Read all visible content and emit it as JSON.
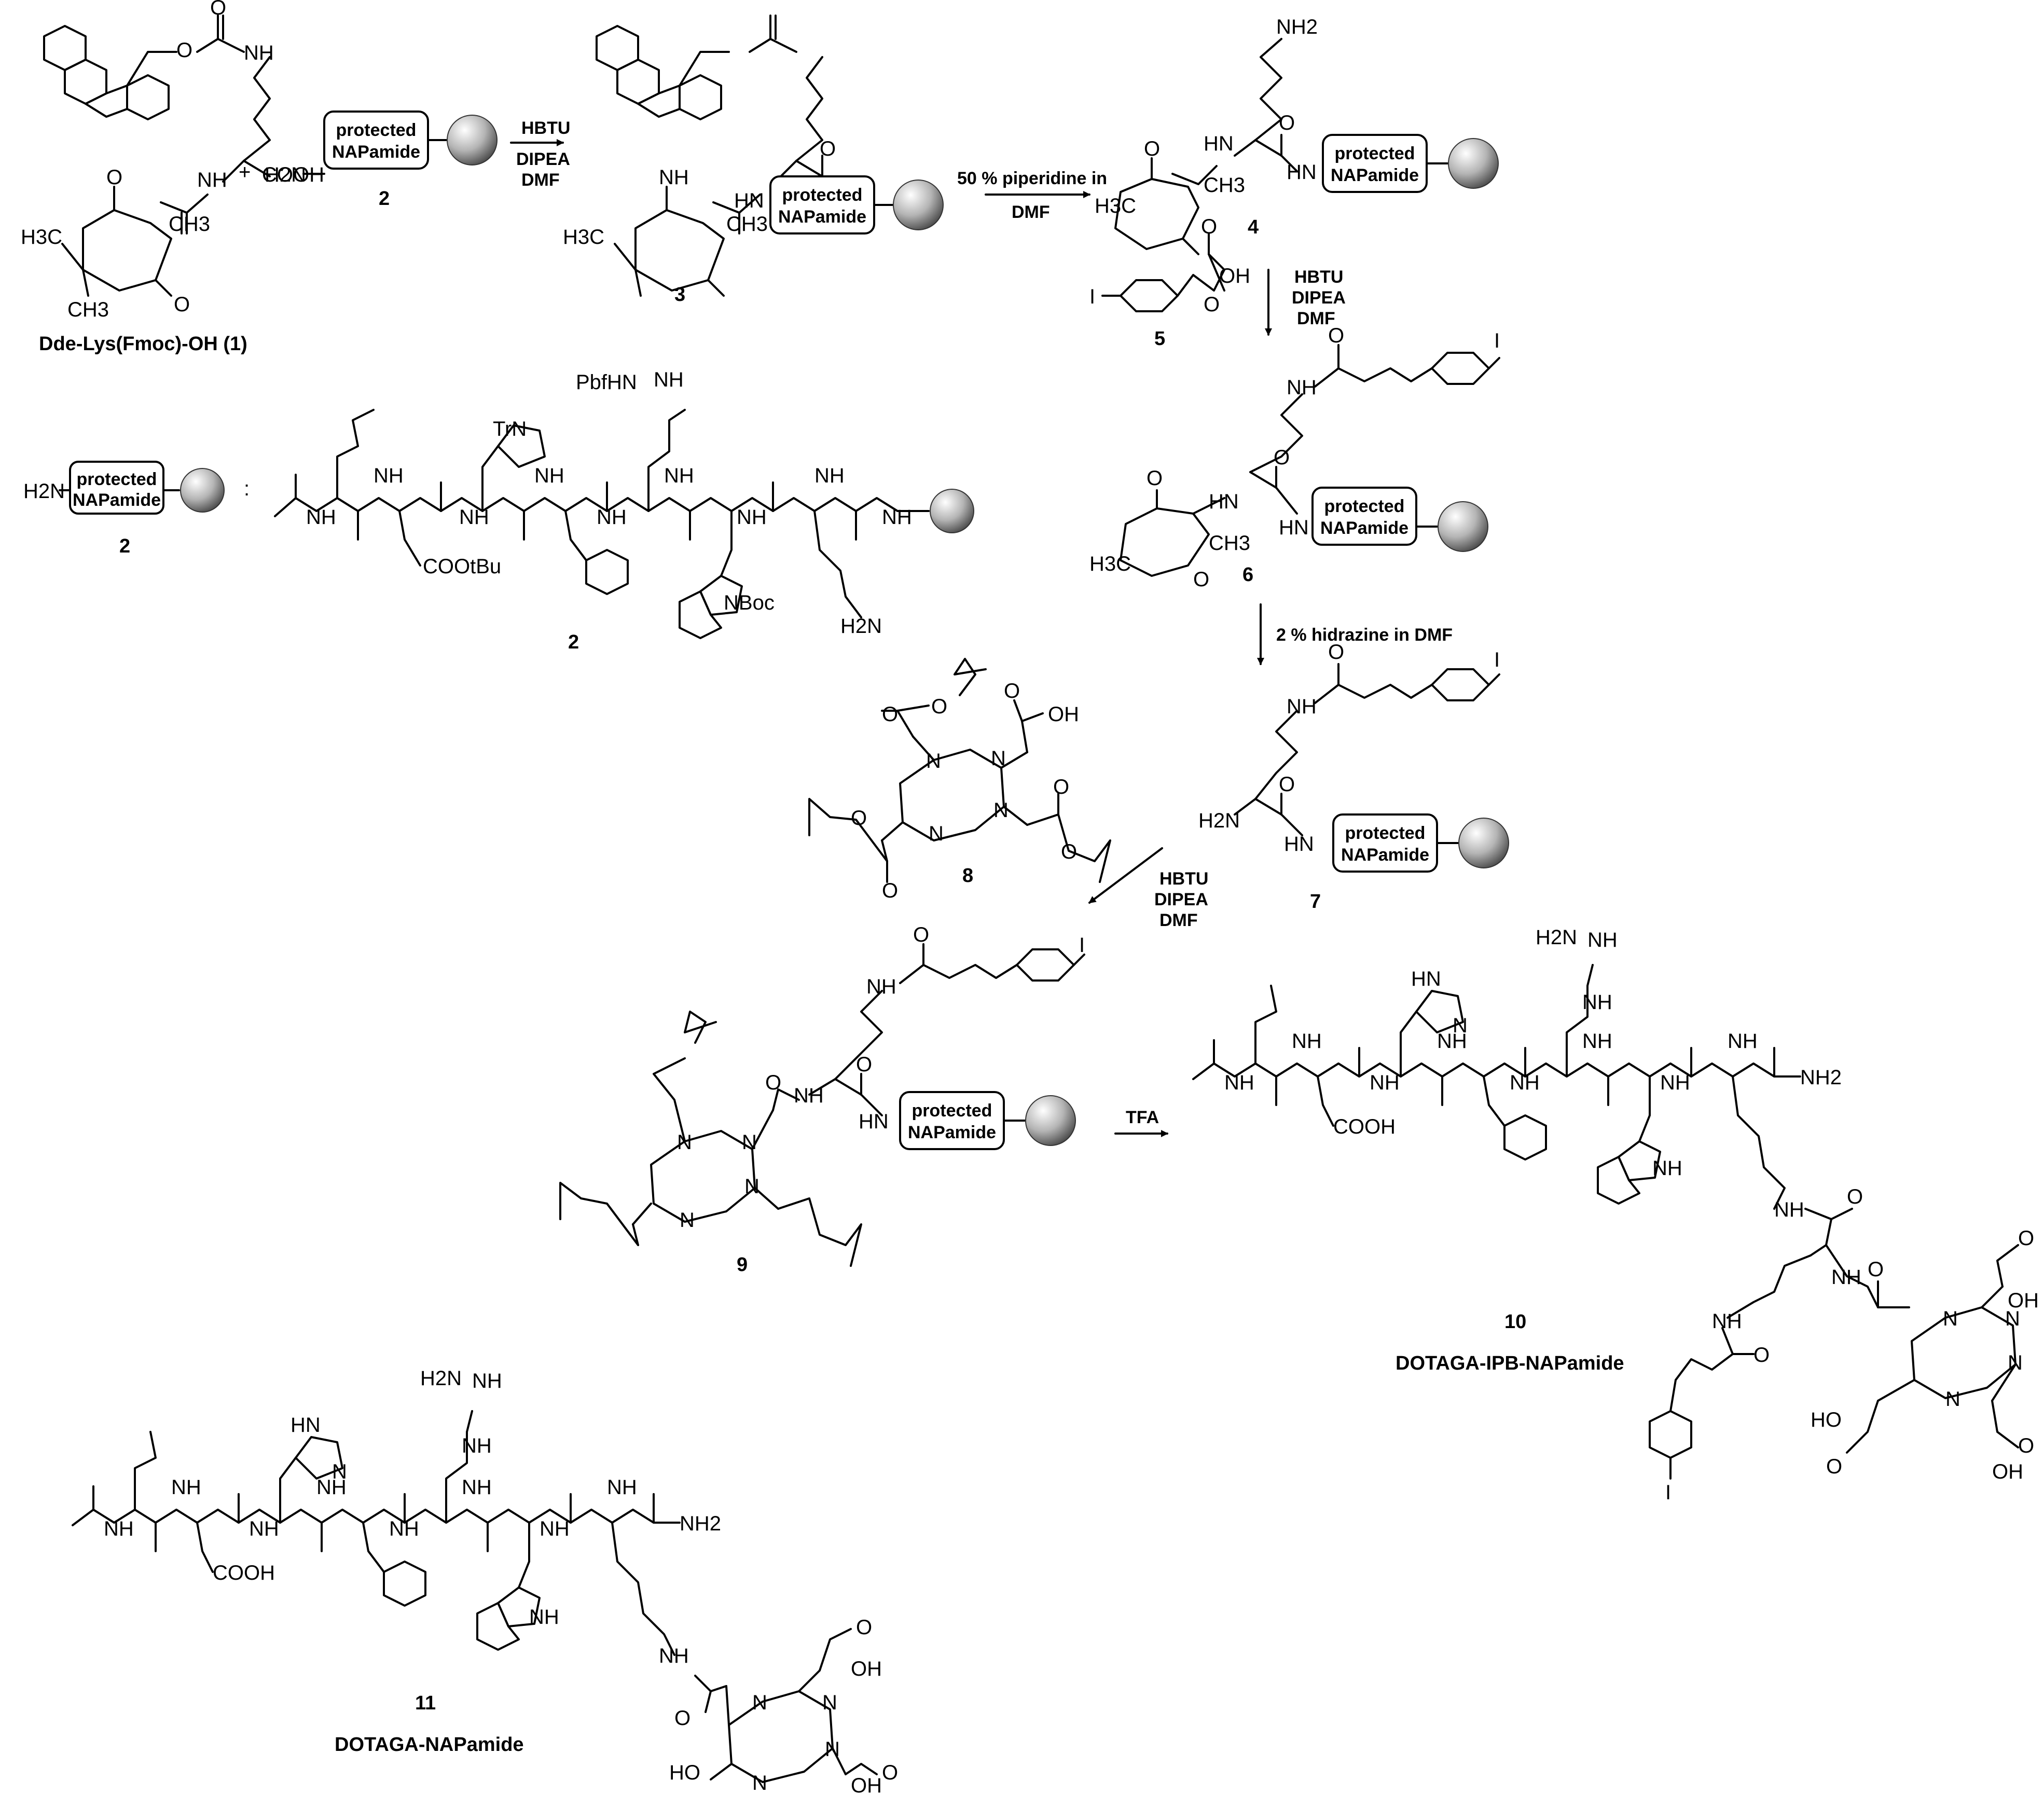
{
  "compounds": {
    "c1": {
      "label": "Dde-Lys(Fmoc)-OH (1)"
    },
    "c2": {
      "label": "2",
      "box": [
        "protected",
        "NAPamide"
      ]
    },
    "c3": {
      "label": "3"
    },
    "c4": {
      "label": "4"
    },
    "c5": {
      "label": "5"
    },
    "c6": {
      "label": "6"
    },
    "c7": {
      "label": "7"
    },
    "c8": {
      "label": "8"
    },
    "c9": {
      "label": "9"
    },
    "c10": {
      "label": "10",
      "name": "DOTAGA-IPB-NAPamide"
    },
    "c11": {
      "label": "11",
      "name": "DOTAGA-NAPamide"
    }
  },
  "reagents": {
    "step1": [
      "HBTU",
      "DIPEA",
      "DMF"
    ],
    "step2": [
      "50 % piperidine in",
      "DMF"
    ],
    "step3": [
      "HBTU",
      "DIPEA",
      "DMF"
    ],
    "step4": [
      "2 % hidrazine in DMF"
    ],
    "step5": [
      "HBTU",
      "DIPEA",
      "DMF"
    ],
    "step6": [
      "TFA"
    ]
  },
  "atoms": {
    "nh": "NH",
    "nh2": "NH2",
    "h2n": "H2N",
    "hn": "HN",
    "o": "O",
    "oh": "OH",
    "ho": "HO",
    "n": "N",
    "i": "I",
    "cooh": "COOH",
    "cootbu": "COOtBu",
    "ch3": "CH3",
    "h3c": "H3C",
    "trn": "TrN",
    "pbfhn": "PbfHN",
    "nboc": "NBoc",
    "plus": "+",
    "colon": ":"
  }
}
